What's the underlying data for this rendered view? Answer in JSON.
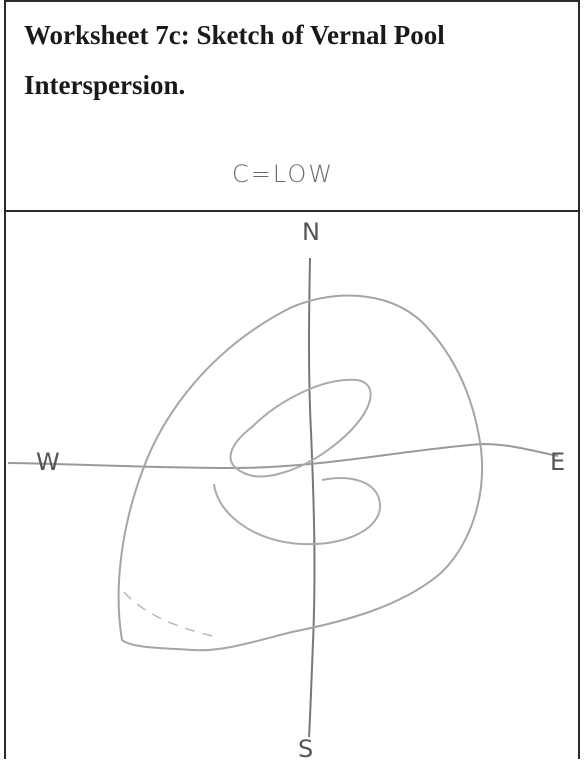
{
  "worksheet": {
    "title_line1": "Worksheet 7c: Sketch of Vernal Pool",
    "title_line2": "Interspersion.",
    "note": "C=LOW"
  },
  "compass": {
    "north": "N",
    "south": "S",
    "east": "E",
    "west": "W"
  },
  "colors": {
    "border": "#2a2a2a",
    "sketch_line": "#8a8a8a",
    "axis_line": "#6a6a6a"
  }
}
